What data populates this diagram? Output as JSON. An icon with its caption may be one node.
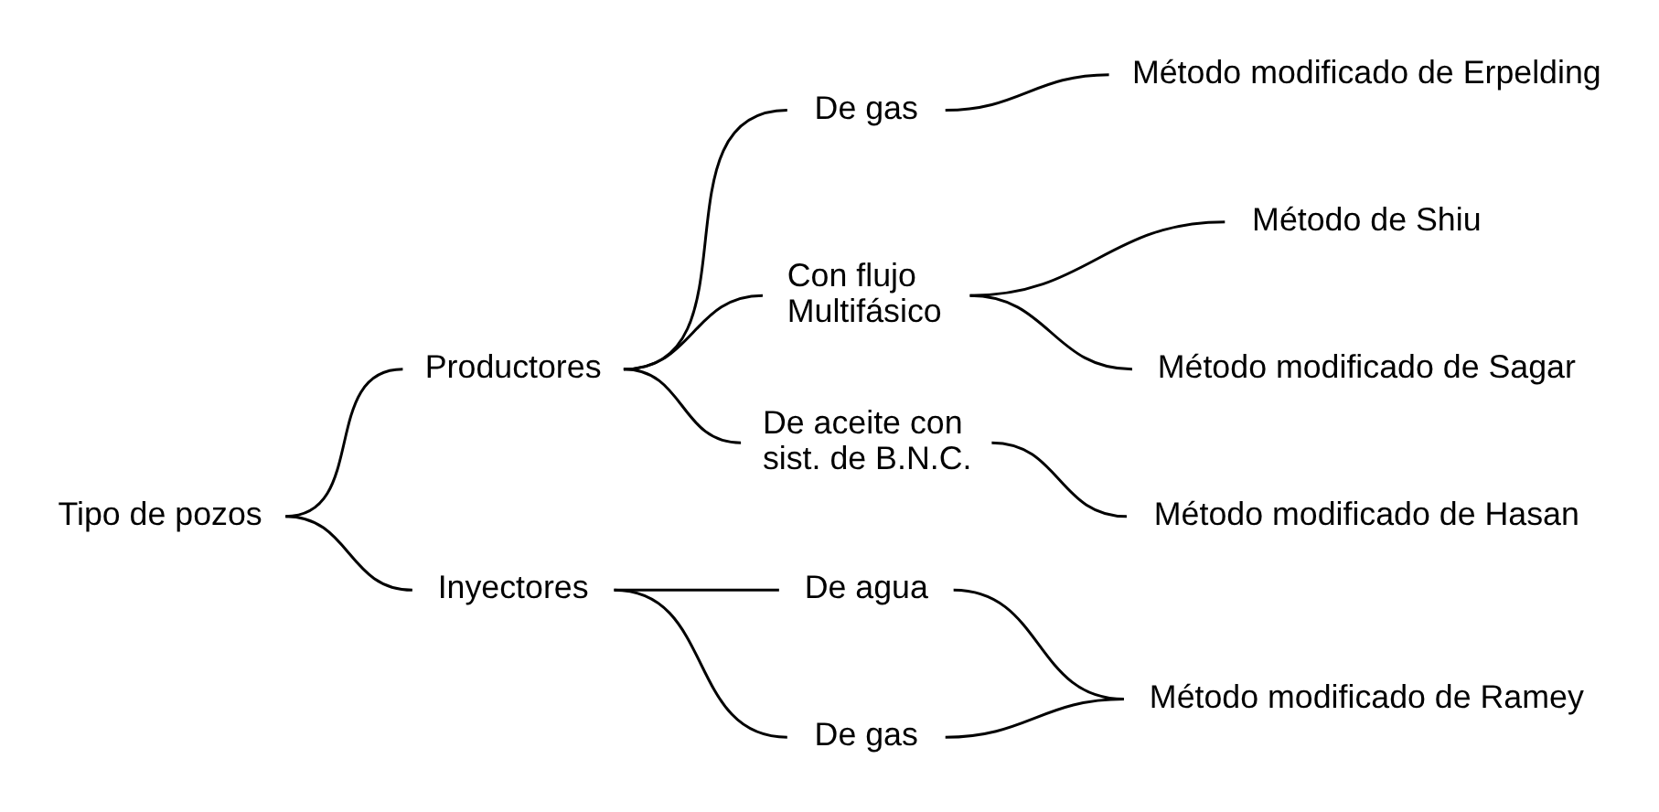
{
  "diagram": {
    "nodes": [
      {
        "text": [
          "Tipo de pozos"
        ]
      },
      {
        "text": [
          "Productores"
        ]
      },
      {
        "text": [
          "Inyectores"
        ]
      },
      {
        "text": [
          "De gas"
        ]
      },
      {
        "text": [
          "Con flujo Multifásico"
        ]
      },
      {
        "text": [
          "De aceite con sist. de B.N.C."
        ]
      },
      {
        "text": [
          "De agua"
        ]
      },
      {
        "text": [
          "De gas"
        ]
      },
      {
        "text": [
          "Método modificado de Erpelding"
        ]
      },
      {
        "text": [
          "Método de Shiu"
        ]
      },
      {
        "text": [
          "Método modificado de Sagar"
        ]
      },
      {
        "text": [
          "Método modificado de Hasan"
        ]
      },
      {
        "text": [
          "Método modificado de Ramey"
        ]
      }
    ],
    "edges": [
      {
        "from": 0,
        "to": 1,
        "arrow": "none"
      },
      {
        "from": 0,
        "to": 2,
        "arrow": "none"
      },
      {
        "from": 1,
        "to": 3,
        "arrow": "none"
      },
      {
        "from": 1,
        "to": 4,
        "arrow": "none"
      },
      {
        "from": 1,
        "to": 5,
        "arrow": "none"
      },
      {
        "from": 2,
        "to": 6,
        "arrow": "none"
      },
      {
        "from": 2,
        "to": 7,
        "arrow": "none"
      },
      {
        "from": 3,
        "to": 8,
        "arrow": "none"
      },
      {
        "from": 4,
        "to": 9,
        "arrow": "none"
      },
      {
        "from": 4,
        "to": 10,
        "arrow": "none"
      },
      {
        "from": 5,
        "to": 11,
        "arrow": "none"
      },
      {
        "from": 6,
        "to": 12,
        "arrow": "none"
      },
      {
        "from": 7,
        "to": 12,
        "arrow": "none"
      }
    ]
  }
}
